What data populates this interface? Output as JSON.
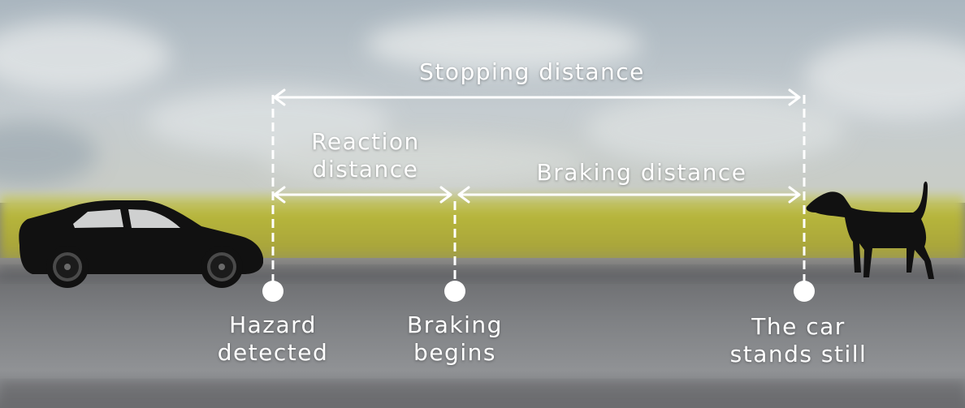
{
  "diagram": {
    "span_labels": {
      "stopping": "Stopping distance",
      "reaction_line1": "Reaction",
      "reaction_line2": "distance",
      "braking": "Braking distance"
    },
    "points": [
      {
        "line1": "Hazard",
        "line2": "detected"
      },
      {
        "line1": "Braking",
        "line2": "begins"
      },
      {
        "line1": "The car",
        "line2": "stands still"
      }
    ],
    "icons": {
      "vehicle": "car-silhouette-icon",
      "animal": "dog-silhouette-icon"
    },
    "colors": {
      "annotation": "#ffffff",
      "silhouette": "#111111",
      "field": "#b9b73a",
      "road": "#808285",
      "sky": "#b9c4cc"
    }
  }
}
